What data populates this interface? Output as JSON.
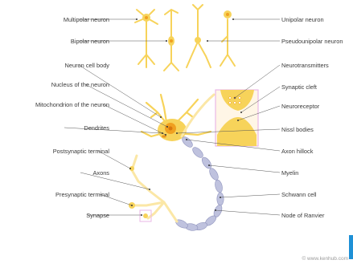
{
  "labels": {
    "left": [
      "Multipolar neuron",
      "Bipolar neuron",
      "Neuron cell body",
      "Nucleus of the neuron",
      "Mitochondrion of the neuron",
      "Dendrites",
      "Postsynaptic terminal",
      "Axons",
      "Presynaptic terminal",
      "Synapse"
    ],
    "right": [
      "Unipolar neuron",
      "Pseudounipolar neuron",
      "Neurotransmitters",
      "Synaptic cleft",
      "Neuroreceptor",
      "Nissl bodies",
      "Axon hillock",
      "Myelin",
      "Schwann cell",
      "Node of Ranvier"
    ]
  },
  "watermark": "© www.kenhub.com",
  "colors": {
    "neuron_fill": "#f7d35a",
    "neuron_pale": "#fbe7a6",
    "nucleus": "#f0a020",
    "myelin": "#bfc2de",
    "myelin_stroke": "#8f93bd",
    "inset_box": "#e9b7e6",
    "leader_line": "#555555",
    "brand_accent": "#1e90d6"
  }
}
